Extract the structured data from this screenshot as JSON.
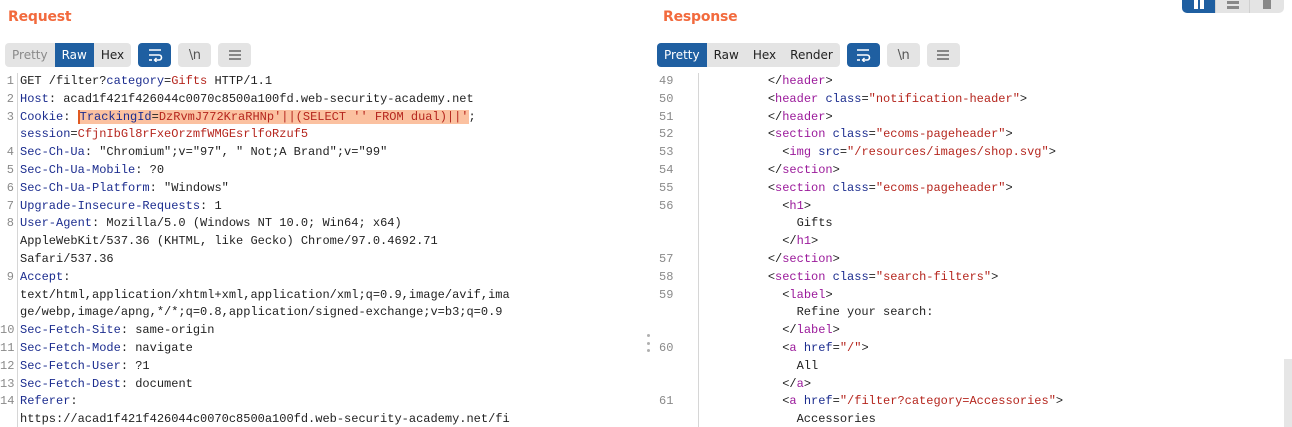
{
  "request": {
    "title": "Request",
    "view_tabs": [
      {
        "label": "Pretty",
        "active": false
      },
      {
        "label": "Raw",
        "active": true
      },
      {
        "label": "Hex",
        "active": false
      }
    ],
    "icons": {
      "wrap": "word-wrap-icon",
      "newline": "\\n",
      "menu": "hamburger-menu-icon"
    },
    "lines": [
      {
        "num": "1",
        "method": "GET",
        "path": " /filter?",
        "param_key": "category",
        "param_val": "Gifts",
        "proto": " HTTP/1.1"
      },
      {
        "num": "2",
        "key": "Host",
        "value": "acad1f421f426044c0070c8500a100fd.web-security-academy.net"
      },
      {
        "num": "3",
        "key": "Cookie",
        "cookie1_key": "TrackingId",
        "cookie1_val": "DzRvmJ772KraRHNp'||(SELECT '' FROM dual)||'",
        "cookie1_end": ";",
        "cookie2_key": "session",
        "cookie2_val": "CfjnIbGl8rFxeOrzmfWMGEsrlfoRzuf5"
      },
      {
        "num": "4",
        "key": "Sec-Ch-Ua",
        "value": "\"Chromium\";v=\"97\", \" Not;A Brand\";v=\"99\""
      },
      {
        "num": "5",
        "key": "Sec-Ch-Ua-Mobile",
        "value": "?0"
      },
      {
        "num": "6",
        "key": "Sec-Ch-Ua-Platform",
        "value": "\"Windows\""
      },
      {
        "num": "7",
        "key": "Upgrade-Insecure-Requests",
        "value": "1"
      },
      {
        "num": "8",
        "key": "User-Agent",
        "value": "Mozilla/5.0 (Windows NT 10.0; Win64; x64)",
        "cont": [
          "AppleWebKit/537.36 (KHTML, like Gecko) Chrome/97.0.4692.71",
          "Safari/537.36"
        ]
      },
      {
        "num": "9",
        "key": "Accept",
        "value": "",
        "cont": [
          "text/html,application/xhtml+xml,application/xml;q=0.9,image/avif,ima",
          "ge/webp,image/apng,*/*;q=0.8,application/signed-exchange;v=b3;q=0.9"
        ]
      },
      {
        "num": "10",
        "key": "Sec-Fetch-Site",
        "value": "same-origin"
      },
      {
        "num": "11",
        "key": "Sec-Fetch-Mode",
        "value": "navigate"
      },
      {
        "num": "12",
        "key": "Sec-Fetch-User",
        "value": "?1"
      },
      {
        "num": "13",
        "key": "Sec-Fetch-Dest",
        "value": "document"
      },
      {
        "num": "14",
        "key": "Referer",
        "value": "",
        "cont": [
          "https://acad1f421f426044c0070c8500a100fd.web-security-academy.net/fi"
        ]
      }
    ]
  },
  "response": {
    "title": "Response",
    "view_tabs": [
      {
        "label": "Pretty",
        "active": true
      },
      {
        "label": "Raw",
        "active": false
      },
      {
        "label": "Hex",
        "active": false
      },
      {
        "label": "Render",
        "active": false
      }
    ],
    "icons": {
      "wrap": "word-wrap-icon",
      "newline": "\\n",
      "menu": "hamburger-menu-icon"
    },
    "lines": [
      {
        "num": "49",
        "indent": "    ",
        "kind": "close",
        "tag": "header"
      },
      {
        "num": "50",
        "indent": "    ",
        "kind": "open-attr",
        "tag": "header",
        "attr": "class",
        "val": "notification-header"
      },
      {
        "num": "51",
        "indent": "    ",
        "kind": "close",
        "tag": "header"
      },
      {
        "num": "52",
        "indent": "    ",
        "kind": "open-attr",
        "tag": "section",
        "attr": "class",
        "val": "ecoms-pageheader"
      },
      {
        "num": "53",
        "indent": "      ",
        "kind": "open-attr",
        "tag": "img",
        "attr": "src",
        "val": "/resources/images/shop.svg"
      },
      {
        "num": "54",
        "indent": "    ",
        "kind": "close",
        "tag": "section"
      },
      {
        "num": "55",
        "indent": "    ",
        "kind": "open-attr",
        "tag": "section",
        "attr": "class",
        "val": "ecoms-pageheader"
      },
      {
        "num": "56",
        "indent": "      ",
        "kind": "open",
        "tag": "h1"
      },
      {
        "num": "",
        "indent": "        ",
        "kind": "text",
        "text": "Gifts"
      },
      {
        "num": "",
        "indent": "      ",
        "kind": "close",
        "tag": "h1"
      },
      {
        "num": "57",
        "indent": "    ",
        "kind": "close",
        "tag": "section"
      },
      {
        "num": "58",
        "indent": "    ",
        "kind": "open-attr",
        "tag": "section",
        "attr": "class",
        "val": "search-filters"
      },
      {
        "num": "59",
        "indent": "      ",
        "kind": "open",
        "tag": "label"
      },
      {
        "num": "",
        "indent": "        ",
        "kind": "text",
        "text": "Refine your search:"
      },
      {
        "num": "",
        "indent": "      ",
        "kind": "close",
        "tag": "label"
      },
      {
        "num": "60",
        "indent": "      ",
        "kind": "open-attr",
        "tag": "a",
        "attr": "href",
        "val": "/"
      },
      {
        "num": "",
        "indent": "        ",
        "kind": "text",
        "text": "All"
      },
      {
        "num": "",
        "indent": "      ",
        "kind": "close",
        "tag": "a"
      },
      {
        "num": "61",
        "indent": "      ",
        "kind": "open-attr",
        "tag": "a",
        "attr": "href",
        "val": "/filter?category=Accessories"
      },
      {
        "num": "",
        "indent": "        ",
        "kind": "text",
        "text": "Accessories"
      }
    ]
  },
  "layout_toggle": {
    "options": [
      "side-by-side-icon",
      "stacked-rows-icon",
      "single-pane-icon"
    ],
    "active": 0
  },
  "colors": {
    "title_orange": "#f26a3d",
    "active_blue": "#1f5fa1",
    "highlight": "#fbc1a0",
    "header_key": "#1c2d8f",
    "param_value": "#b5261e",
    "tag": "#9b1a9b"
  }
}
